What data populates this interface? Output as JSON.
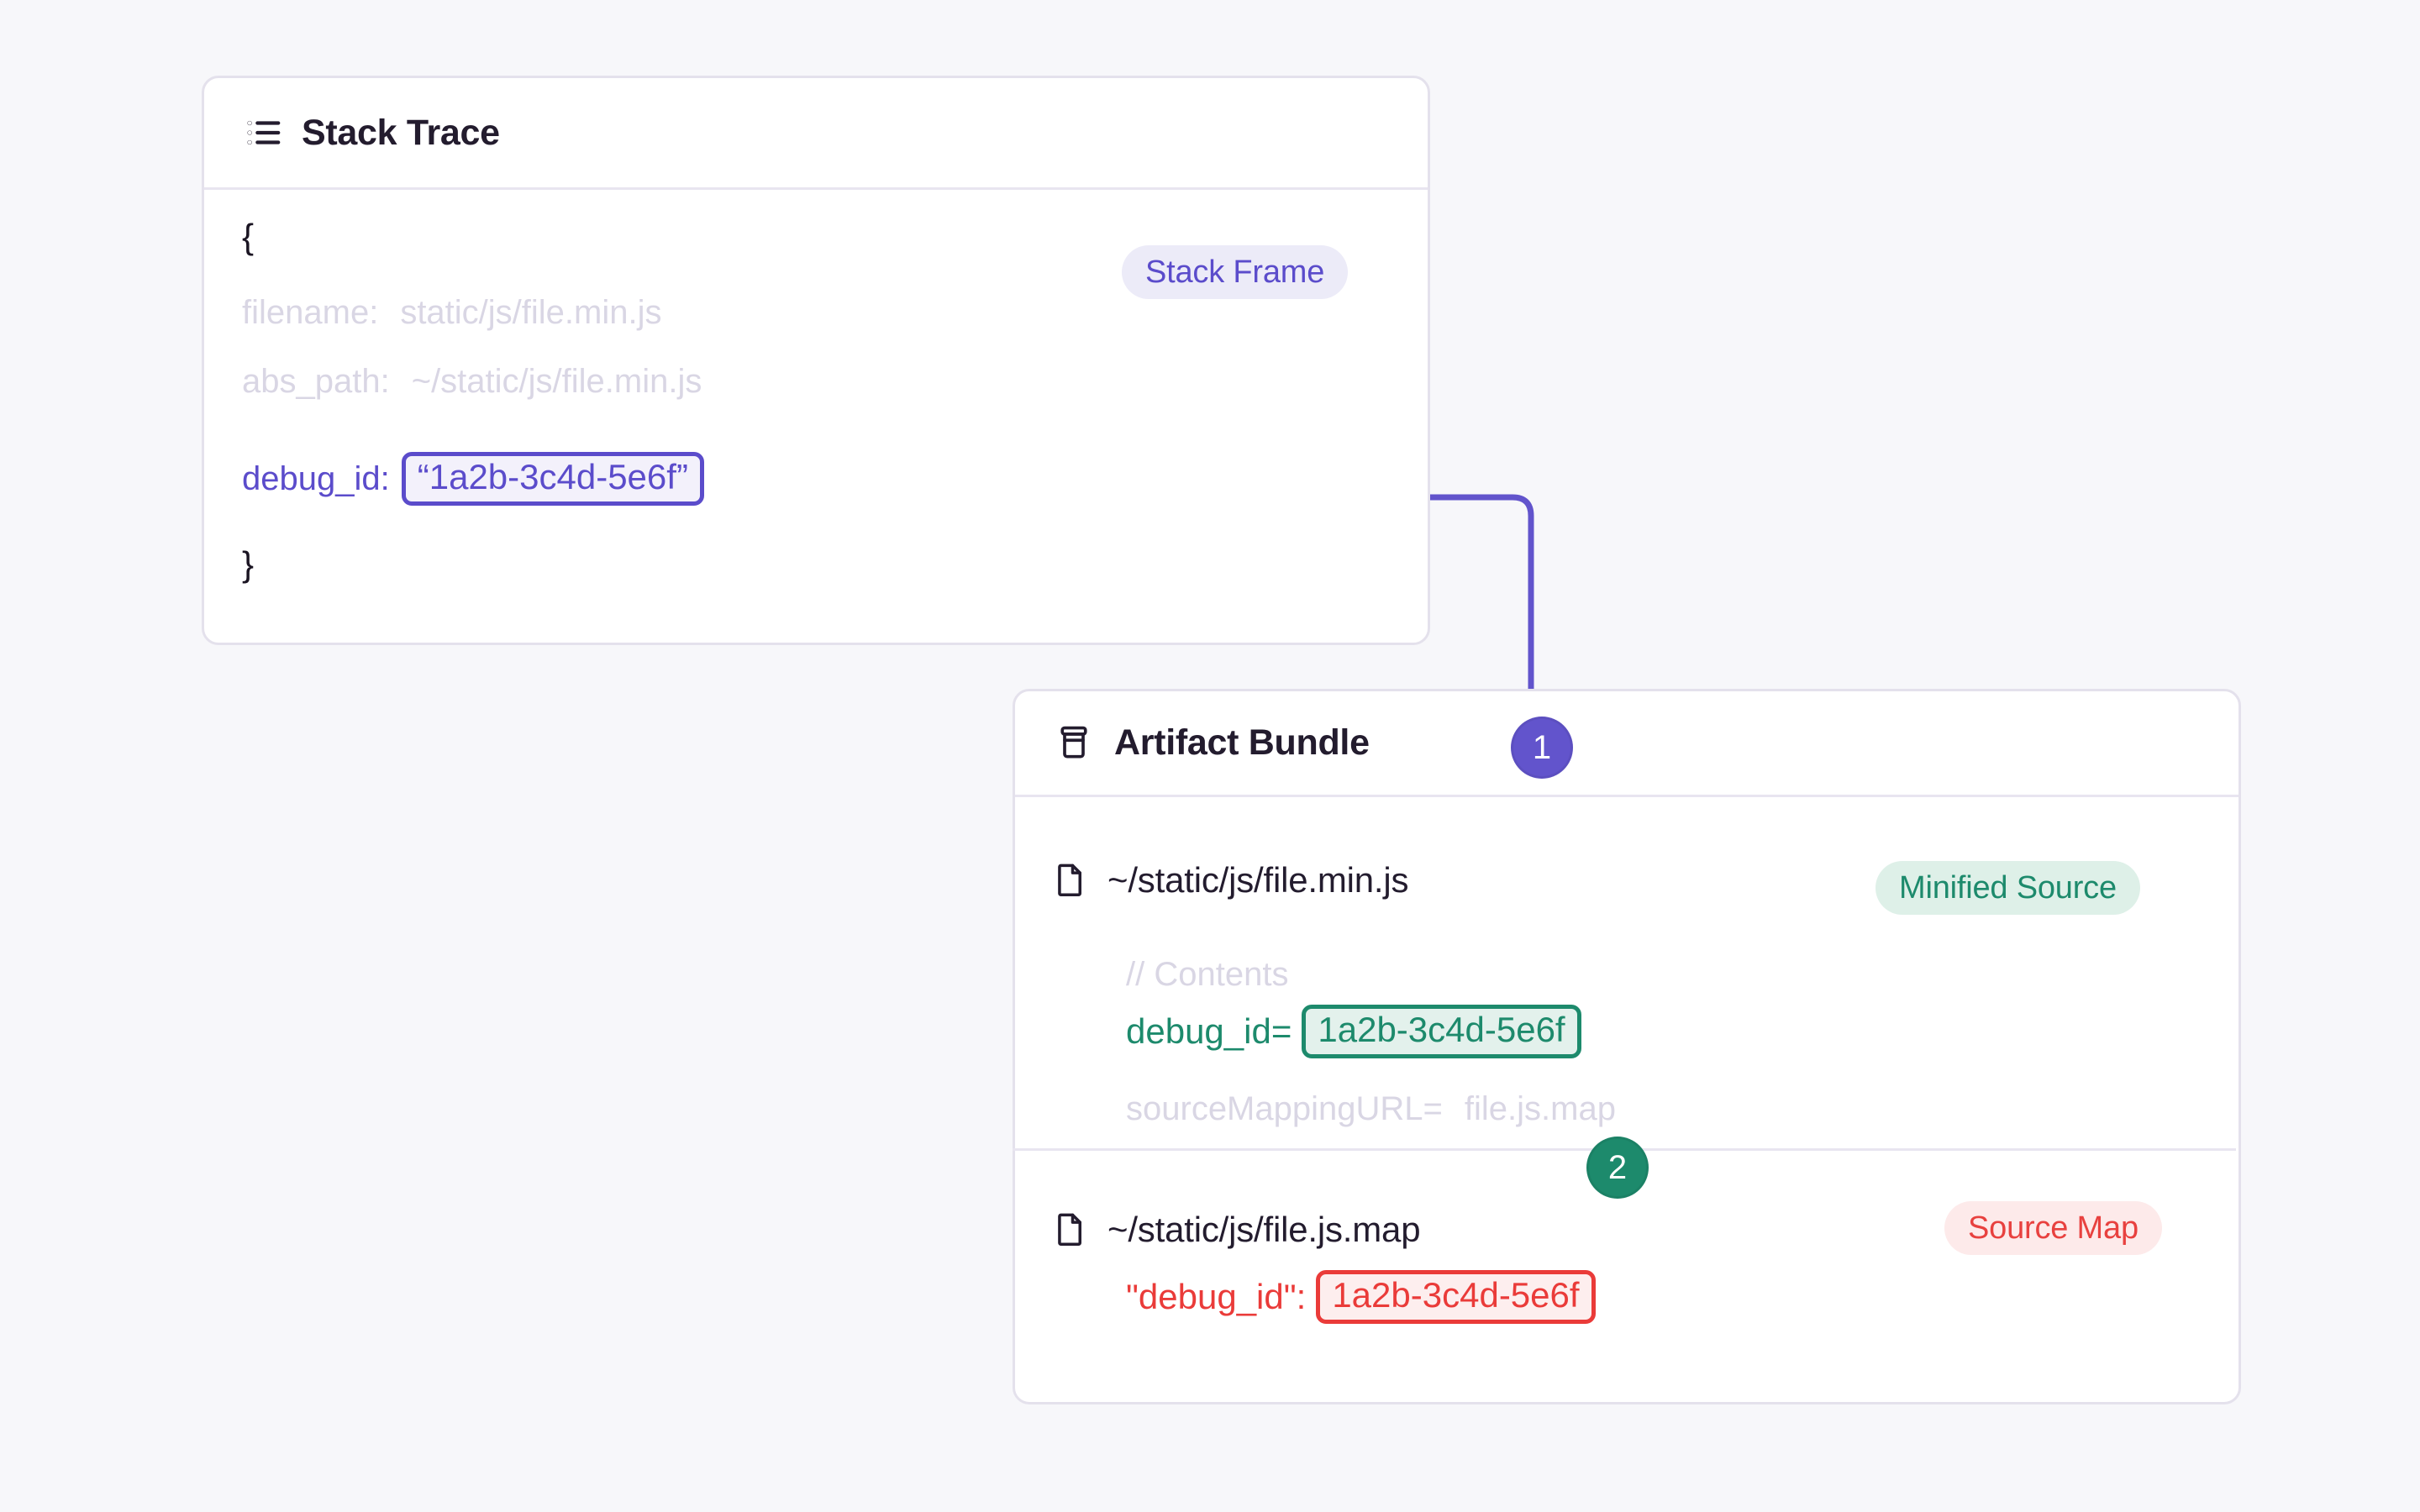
{
  "theme": {
    "background": "#f7f7fa",
    "card_background": "#ffffff",
    "card_border": "#e4e1ec",
    "accent_purple": "#5b4ccb",
    "accent_green": "#1d8a6c",
    "accent_red": "#ea3b39",
    "muted_text": "#d9d6e4",
    "primary_text": "#231c2e"
  },
  "stack_trace_card": {
    "icon": "list-icon",
    "title": "Stack Trace",
    "badge": "Stack Frame",
    "open_brace": "{",
    "close_brace": "}",
    "rows": [
      {
        "key": "filename:",
        "value": "static/js/file.min.js",
        "state": "muted"
      },
      {
        "key": "abs_path:",
        "value": "~/static/js/file.min.js",
        "state": "muted"
      },
      {
        "key": "debug_id:",
        "value": "“1a2b-3c4d-5e6f”",
        "state": "highlight-purple"
      }
    ]
  },
  "artifact_card": {
    "icon": "package-icon",
    "title": "Artifact Bundle",
    "files": [
      {
        "icon": "file-icon",
        "path": "~/static/js/file.min.js",
        "badge": "Minified Source",
        "badge_color": "green",
        "lines": [
          {
            "text": "// Contents",
            "state": "muted"
          },
          {
            "key": "debug_id=",
            "value": "1a2b-3c4d-5e6f",
            "state": "highlight-green"
          },
          {
            "key": "sourceMappingURL=",
            "value": "file.js.map",
            "state": "muted"
          }
        ]
      },
      {
        "icon": "file-icon",
        "path": "~/static/js/file.js.map",
        "badge": "Source Map",
        "badge_color": "red",
        "lines": [
          {
            "key": "\"debug_id\":",
            "value": "1a2b-3c4d-5e6f",
            "state": "highlight-red"
          }
        ]
      }
    ]
  },
  "connectors": {
    "steps": [
      {
        "number": "1",
        "color": "#6254cc",
        "from": "stack-trace-debug-id",
        "to": "minified-source-debug-id"
      },
      {
        "number": "2",
        "color": "#1d8a6c",
        "from": "minified-source-debug-id",
        "to": "source-map-debug-id"
      }
    ]
  }
}
